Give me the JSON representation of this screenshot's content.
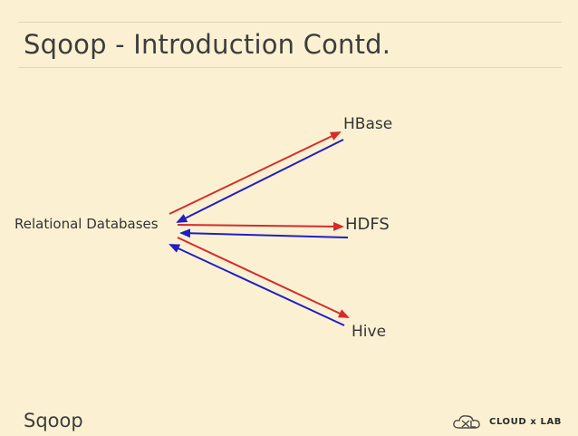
{
  "slide": {
    "title": "Sqoop - Introduction Contd.",
    "footer": "Sqoop"
  },
  "diagram": {
    "source": "Relational Databases",
    "targets": {
      "hbase": "HBase",
      "hdfs": "HDFS",
      "hive": "Hive"
    },
    "colors": {
      "import_arrow": "#d62b2b",
      "export_arrow": "#1f1fc4"
    }
  },
  "logo": {
    "text": "CLOUD x LAB",
    "icon": "cloud-xl-icon"
  }
}
